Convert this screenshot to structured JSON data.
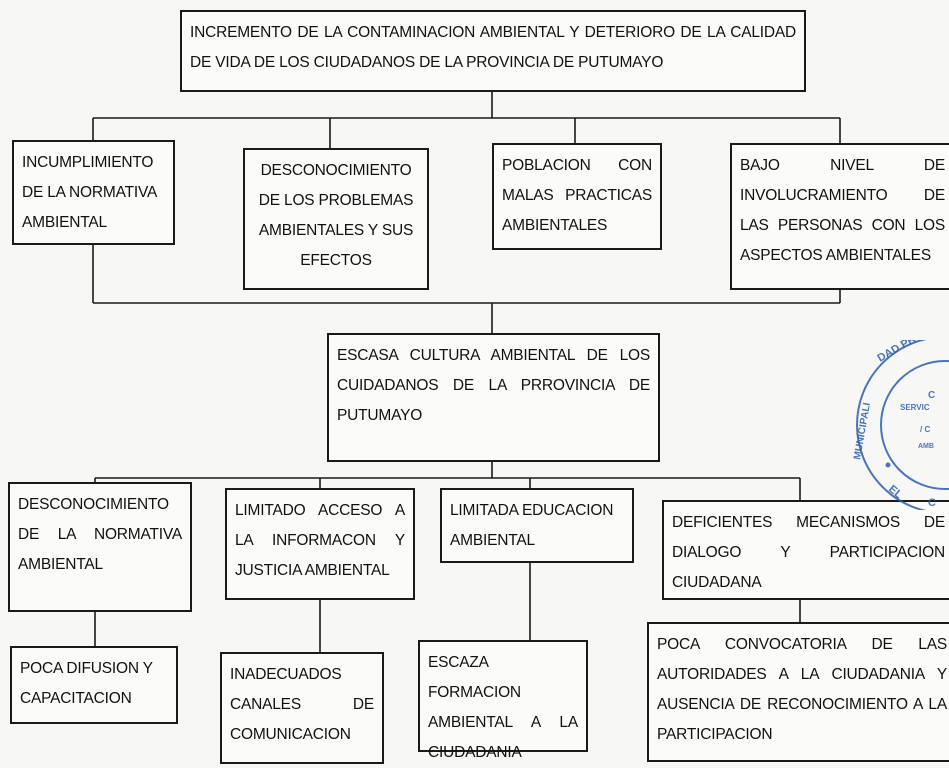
{
  "top": {
    "text": "INCREMENTO DE LA CONTAMINACION AMBIENTAL Y DETERIORO DE LA CALIDAD DE VIDA DE LOS CIUDADANOS DE LA PROVINCIA DE PUTUMAYO"
  },
  "causes": [
    {
      "text": "INCUMPLIMIENTO DE LA NORMATIVA AMBIENTAL"
    },
    {
      "text": "DESCONOCIMIENTO DE LOS PROBLEMAS AMBIENTALES Y SUS EFECTOS"
    },
    {
      "text": "POBLACION CON MALAS PRACTICAS AMBIENTALES"
    },
    {
      "text": "BAJO NIVEL DE INVOLUCRAMIENTO DE LAS PERSONAS CON LOS ASPECTOS AMBIENTALES"
    }
  ],
  "central": {
    "text": "ESCASA CULTURA AMBIENTAL DE LOS CUIDADANOS DE LA PRROVINCIA DE PUTUMAYO"
  },
  "effects": [
    {
      "text": "DESCONOCIMIENTO DE LA NORMATIVA AMBIENTAL"
    },
    {
      "text": "LIMITADO ACCESO A LA INFORMACON Y JUSTICIA AMBIENTAL"
    },
    {
      "text": "LIMITADA EDUCACION AMBIENTAL"
    },
    {
      "text": "DEFICIENTES MECANISMOS DE DIALOGO Y PARTICIPACION CIUDADANA"
    }
  ],
  "sub_effects": [
    {
      "text": "POCA DIFUSION Y CAPACITACION"
    },
    {
      "text": "INADECUADOS CANALES DE COMUNICACION"
    },
    {
      "text": "ESCAZA FORMACION AMBIENTAL A LA CIUDADANIA"
    },
    {
      "text": "POCA CONVOCATORIA DE LAS AUTORIDADES A LA CIUDADANIA Y AUSENCIA DE RECONOCIMIENTO A LA PARTICIPACION"
    }
  ],
  "stamp": {
    "lettering": "MUNICIPALIDAD PROVINCIAL SERVICIO AMBIENTAL EL"
  },
  "colors": {
    "line": "#1a1a1a",
    "stamp": "#2c5fb0"
  }
}
